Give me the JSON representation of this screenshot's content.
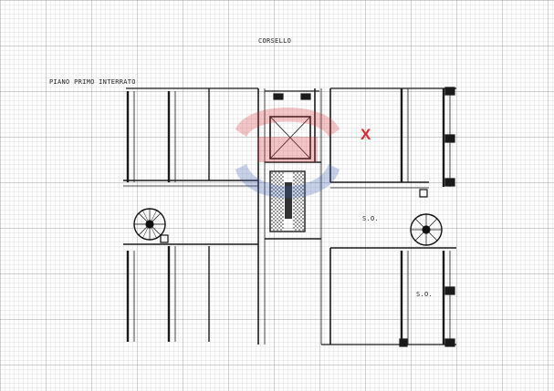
{
  "plan": {
    "labels": {
      "corsello": "CORSELLO",
      "floor": "PIANO PRIMO INTERRATO",
      "so_upper": "S.O.",
      "so_lower": "S.O."
    },
    "marker": {
      "text": "X",
      "color": "#e0262b"
    },
    "watermark": {
      "color_red": "#d9363e",
      "color_blue": "#3a5db0"
    },
    "line_color": "#1a1a1a",
    "grid_color": "#9a9a9a"
  }
}
